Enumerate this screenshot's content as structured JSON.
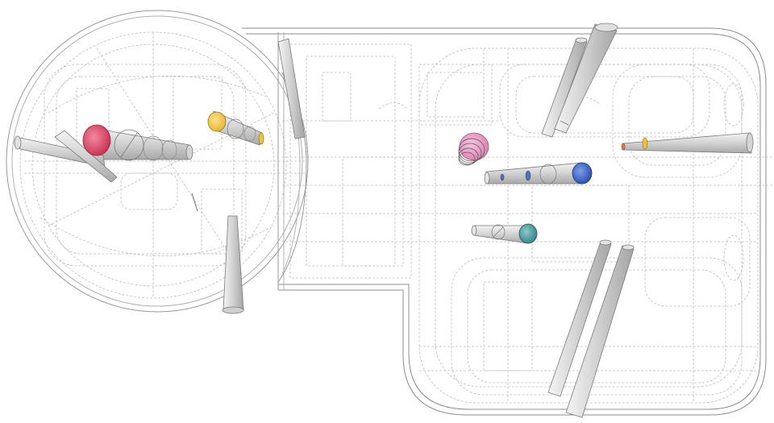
{
  "drawing": {
    "background": "#ffffff",
    "line_color": "#8a8a8a",
    "dash_color": "#b5b5b5",
    "tube_fill": "#cfcfcf",
    "openings": [
      {
        "name": "red-opening",
        "color": "#d83a5a"
      },
      {
        "name": "yellow-opening",
        "color": "#f2c23a"
      },
      {
        "name": "pink-opening",
        "color": "#e58cc0"
      },
      {
        "name": "blue-opening",
        "color": "#2f5fc4"
      },
      {
        "name": "teal-opening",
        "color": "#3a8e93"
      },
      {
        "name": "orange-opening",
        "color": "#e07a3a"
      }
    ]
  }
}
